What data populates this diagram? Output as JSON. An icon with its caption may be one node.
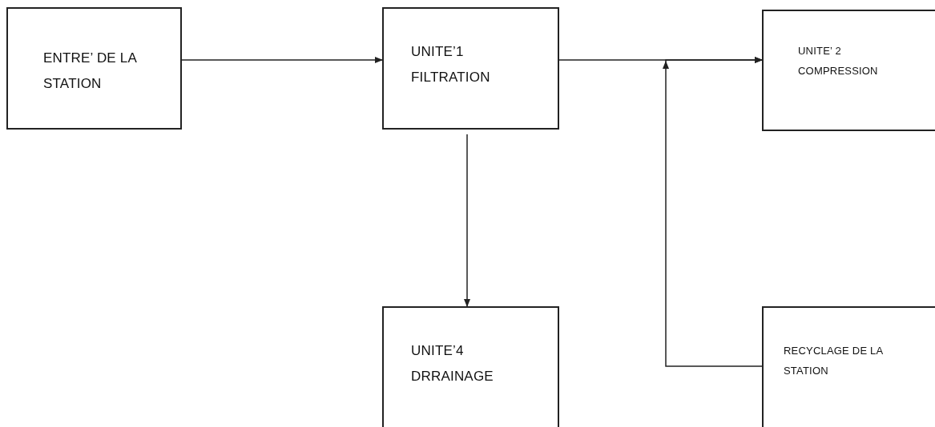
{
  "diagram": {
    "nodes": [
      {
        "text": [
          "ENTRE’ DE LA STATION"
        ]
      },
      {
        "text": [
          "UNITE’1 FILTRATION"
        ]
      },
      {
        "text": [
          "UNITE’ 2 COMPRESSION"
        ]
      },
      {
        "text": [
          "UNITE’4 DRRAINAGE"
        ]
      },
      {
        "text": [
          "RECYCLAGE DE LA STATION"
        ]
      }
    ],
    "edges": [
      {
        "from": 0,
        "to": 1,
        "arrow": "to"
      },
      {
        "from": 1,
        "to": 2,
        "arrow": "to"
      },
      {
        "from": 1,
        "to": 3,
        "arrow": "to"
      },
      {
        "from": 4,
        "to": 2,
        "arrow": "to"
      }
    ]
  }
}
